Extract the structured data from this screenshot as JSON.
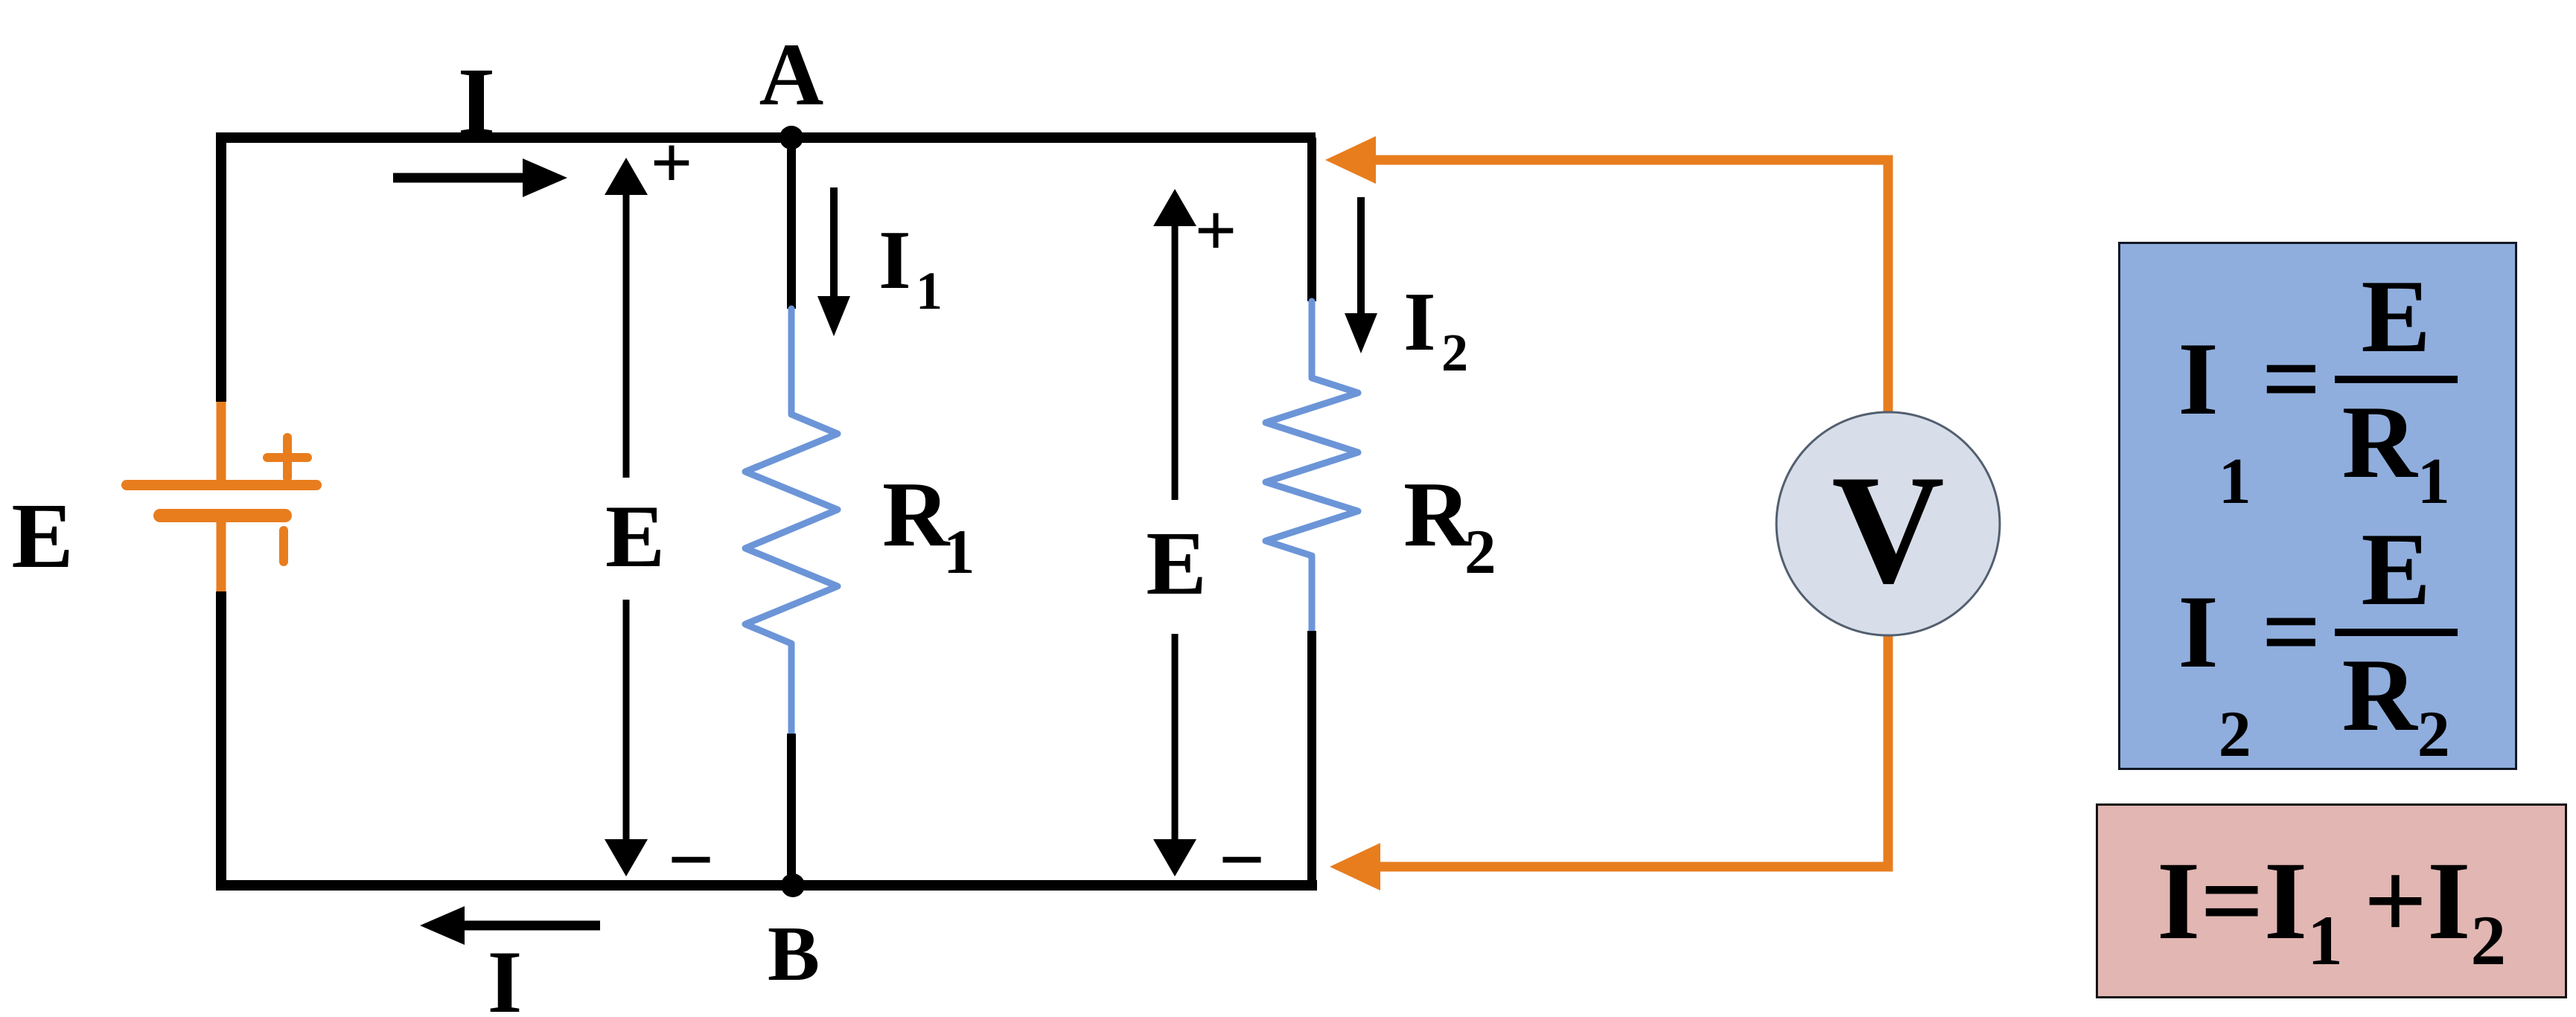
{
  "diagram_type": "parallel-resistor-circuit",
  "colors": {
    "wire_black": "#000000",
    "wire_orange": "#E87D1E",
    "resistor_blue": "#6C95D8",
    "formula_box_bg": "#8FAEDD",
    "sum_box_bg": "#E2B6B2",
    "meter_fill": "#D8DEE9",
    "meter_stroke": "#525F70"
  },
  "circuit": {
    "battery": {
      "label": "E",
      "plus": "+",
      "minus": "−"
    },
    "nodes": {
      "top": "A",
      "bottom": "B"
    },
    "current_top": "I",
    "current_bottom": "I",
    "branch1": {
      "current": "I",
      "current_sub": "1",
      "resistor": "R",
      "resistor_sub": "1",
      "voltage": "E",
      "plus": "+",
      "minus": "−"
    },
    "branch2": {
      "current": "I",
      "current_sub": "2",
      "resistor": "R",
      "resistor_sub": "2",
      "voltage": "E",
      "plus": "+",
      "minus": "−"
    },
    "meter": {
      "label": "V"
    }
  },
  "formulas": {
    "ohm_box": {
      "rows": [
        {
          "lhs": "I",
          "lhs_sub": "1",
          "equals": "=",
          "numerator": "E",
          "denominator": "R",
          "denominator_sub": "1"
        },
        {
          "lhs": "I",
          "lhs_sub": "2",
          "equals": "=",
          "numerator": "E",
          "denominator": "R",
          "denominator_sub": "2"
        }
      ]
    },
    "sum_box": {
      "lhs": "I",
      "equals": "=",
      "term1": "I",
      "term1_sub": "1",
      "plus": "+",
      "term2": "I",
      "term2_sub": "2"
    }
  }
}
